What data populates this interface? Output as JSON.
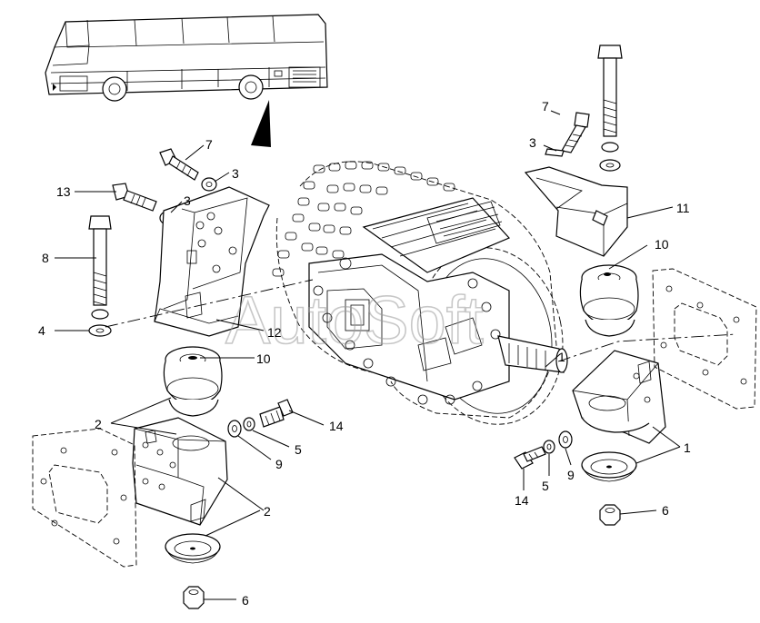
{
  "watermark": "AutoSoft",
  "callouts": [
    {
      "id": "c7a",
      "text": "7"
    },
    {
      "id": "c3a",
      "text": "3"
    },
    {
      "id": "c13",
      "text": "13"
    },
    {
      "id": "c3b",
      "text": "3"
    },
    {
      "id": "c8",
      "text": "8"
    },
    {
      "id": "c4",
      "text": "4"
    },
    {
      "id": "c12",
      "text": "12"
    },
    {
      "id": "c10a",
      "text": "10"
    },
    {
      "id": "c2a",
      "text": "2"
    },
    {
      "id": "c14a",
      "text": "14"
    },
    {
      "id": "c5a",
      "text": "5"
    },
    {
      "id": "c9a",
      "text": "9"
    },
    {
      "id": "c2b",
      "text": "2"
    },
    {
      "id": "c6a",
      "text": "6"
    },
    {
      "id": "c7b",
      "text": "7"
    },
    {
      "id": "c3c",
      "text": "3"
    },
    {
      "id": "c11",
      "text": "11"
    },
    {
      "id": "c10b",
      "text": "10"
    },
    {
      "id": "c1a",
      "text": "1"
    },
    {
      "id": "c1b",
      "text": "1"
    },
    {
      "id": "c14b",
      "text": "14"
    },
    {
      "id": "c5b",
      "text": "5"
    },
    {
      "id": "c9b",
      "text": "9"
    },
    {
      "id": "c6b",
      "text": "6"
    }
  ]
}
